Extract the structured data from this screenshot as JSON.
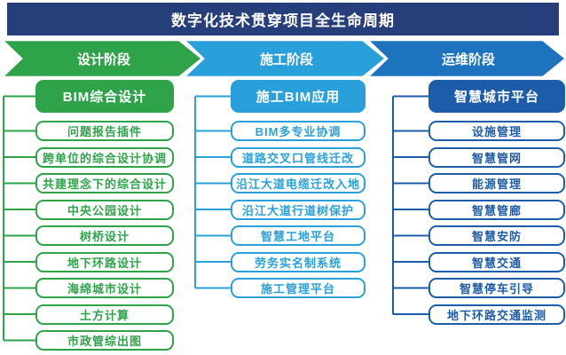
{
  "title": "数字化技术贯穿项目全生命周期",
  "colors": {
    "background": "#FFFFFF",
    "title_bar_bg": "#263E79",
    "title_text": "#FFFFFF",
    "design_green": "#2EA349",
    "construction_blue": "#2AA0DA",
    "operation_arrow_blue": "#1E73BF",
    "operation_deep_blue": "#1D5CA9"
  },
  "phases": [
    {
      "arrow_label": "设计阶段",
      "header": "BIM综合设计",
      "color": "#2EA349",
      "items": [
        "问题报告插件",
        "跨单位的综合设计协调",
        "共建理念下的综合设计",
        "中央公园设计",
        "树桥设计",
        "地下环路设计",
        "海绵城市设计",
        "土方计算",
        "市政管综出图"
      ]
    },
    {
      "arrow_label": "施工阶段",
      "header": "施工BIM应用",
      "color": "#2AA0DA",
      "items": [
        "BIM多专业协调",
        "道路交叉口管线迁改",
        "沿江大道电缆迁改入地",
        "沿江大道行道树保护",
        "智慧工地平台",
        "劳务实名制系统",
        "施工管理平台"
      ]
    },
    {
      "arrow_label": "运维阶段",
      "header": "智慧城市平台",
      "color": "#1D5CA9",
      "arrow_color": "#1E73BF",
      "items": [
        "设施管理",
        "智慧管网",
        "能源管理",
        "智慧管廊",
        "智慧安防",
        "智慧交通",
        "智慧停车引导",
        "地下环路交通监测"
      ]
    }
  ]
}
